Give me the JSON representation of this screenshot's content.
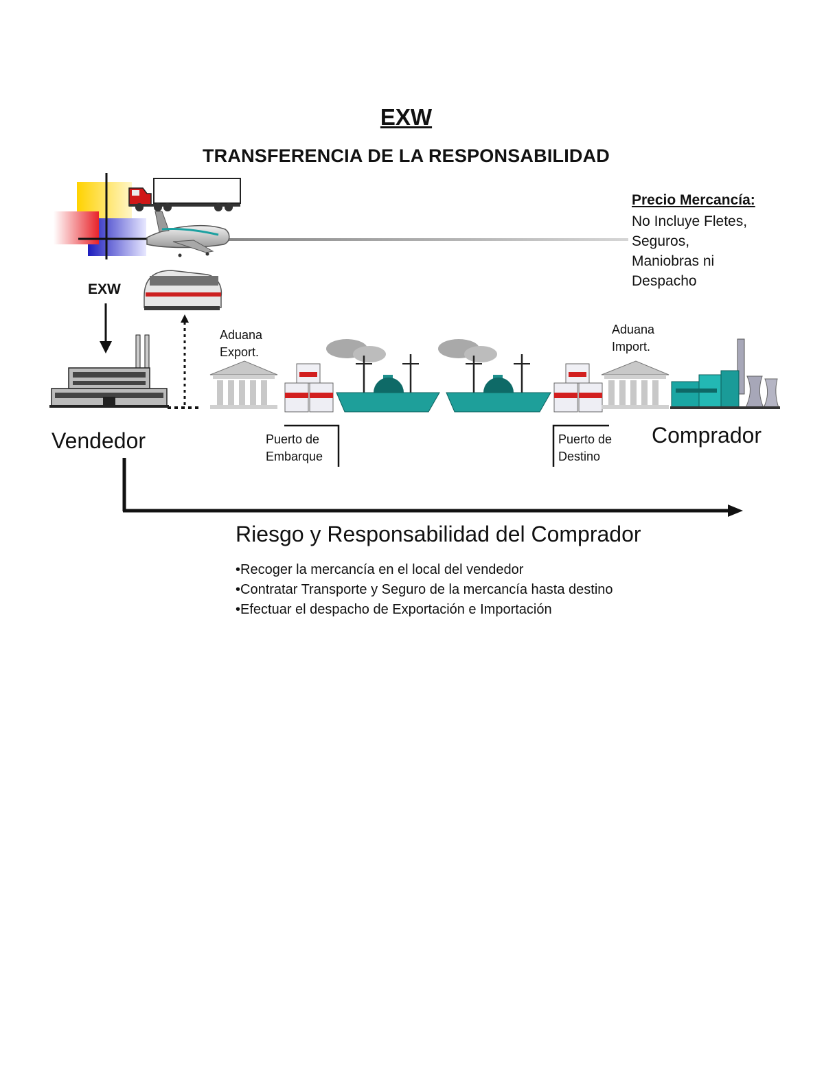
{
  "title": "EXW",
  "subtitle": "TRANSFERENCIA DE LA RESPONSABILIDAD",
  "price": {
    "heading": "Precio Mercancía:",
    "lines": [
      "No Incluye Fletes,",
      "Seguros,",
      "Maniobras ni",
      "Despacho"
    ]
  },
  "exw_label": "EXW",
  "customs_export": [
    "Aduana",
    "Export."
  ],
  "customs_import": [
    "Aduana",
    "Import."
  ],
  "port_origin": [
    "Puerto de",
    "Embarque"
  ],
  "port_destination": [
    "Puerto de",
    "Destino"
  ],
  "seller": "Vendedor",
  "buyer": "Comprador",
  "responsibility": {
    "title": "Riesgo y Responsabilidad del Comprador",
    "bullets": [
      "•Recoger la mercancía en el local del vendedor",
      "•Contratar Transporte y Seguro de la mercancía hasta destino",
      "•Efectuar el despacho de Exportación e Importación"
    ]
  }
}
